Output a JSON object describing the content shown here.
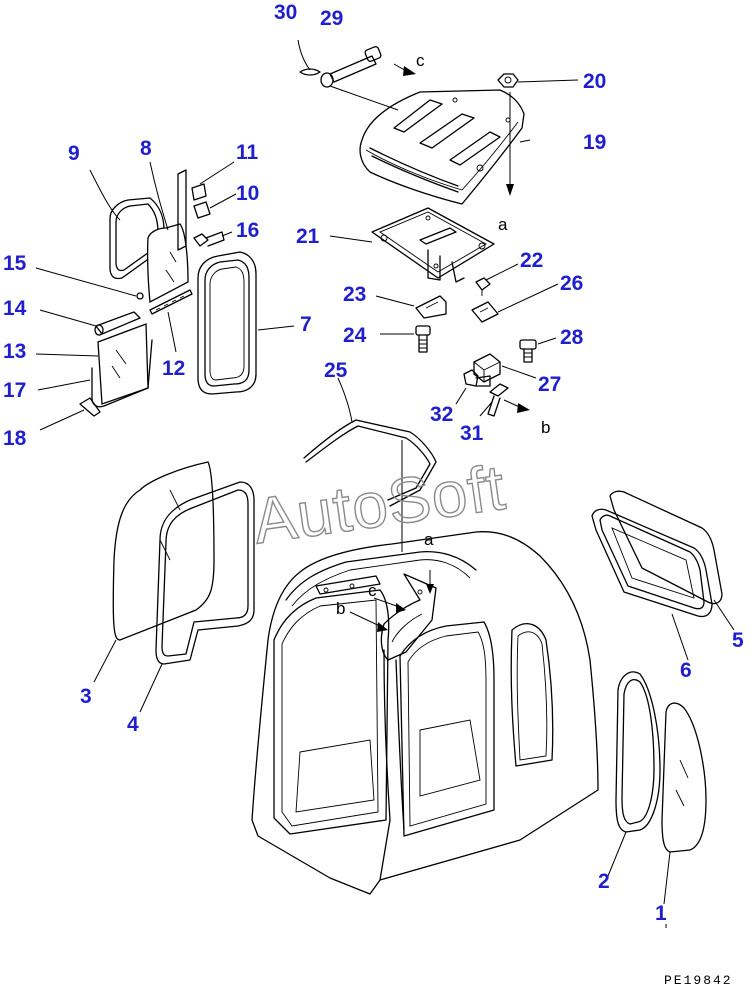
{
  "watermark": "AutoSoft",
  "drawing_code": "PE19842",
  "callouts": [
    "1",
    "2",
    "3",
    "4",
    "5",
    "6",
    "7",
    "8",
    "9",
    "10",
    "11",
    "12",
    "13",
    "14",
    "15",
    "16",
    "17",
    "18",
    "19",
    "20",
    "21",
    "22",
    "23",
    "24",
    "25",
    "26",
    "27",
    "28",
    "29",
    "30",
    "31",
    "32"
  ],
  "reference_letters": [
    "a",
    "b",
    "c"
  ]
}
